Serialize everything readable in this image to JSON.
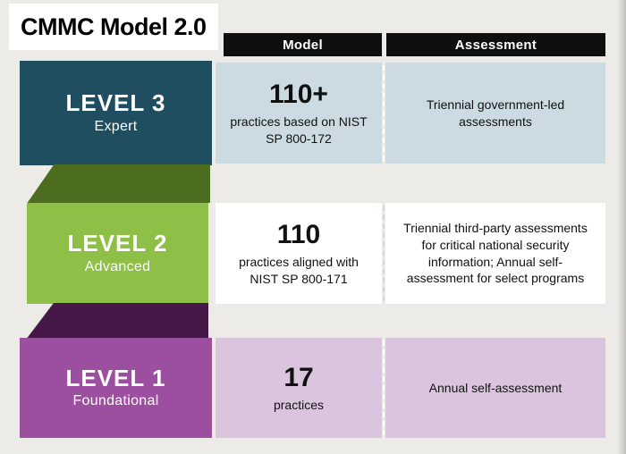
{
  "title": "CMMC Model 2.0",
  "headers": {
    "model": "Model",
    "assessment": "Assessment"
  },
  "levels": [
    {
      "label": "LEVEL 3",
      "tier": "Expert",
      "count": "110+",
      "practices": "practices based on NIST SP 800-172",
      "assessment": "Triennial government-led assessments",
      "colors": {
        "block": "#1e4e5f",
        "row": "#cbdbe1"
      }
    },
    {
      "label": "LEVEL 2",
      "tier": "Advanced",
      "count": "110",
      "practices": "practices aligned with NIST SP 800-171",
      "assessment": "Triennial third-party assessments for critical national security information; Annual self-assessment for select programs",
      "colors": {
        "block": "#8ebf47",
        "row": "#ffffff"
      }
    },
    {
      "label": "LEVEL 1",
      "tier": "Foundational",
      "count": "17",
      "practices": "practices",
      "assessment": "Annual self-assessment",
      "colors": {
        "block": "#9c4f9e",
        "row": "#dbc5de"
      }
    }
  ],
  "connectors": [
    {
      "name": "fold-level3-level2",
      "color": "#4c6c20"
    },
    {
      "name": "fold-level2-level1",
      "color": "#451847"
    }
  ]
}
